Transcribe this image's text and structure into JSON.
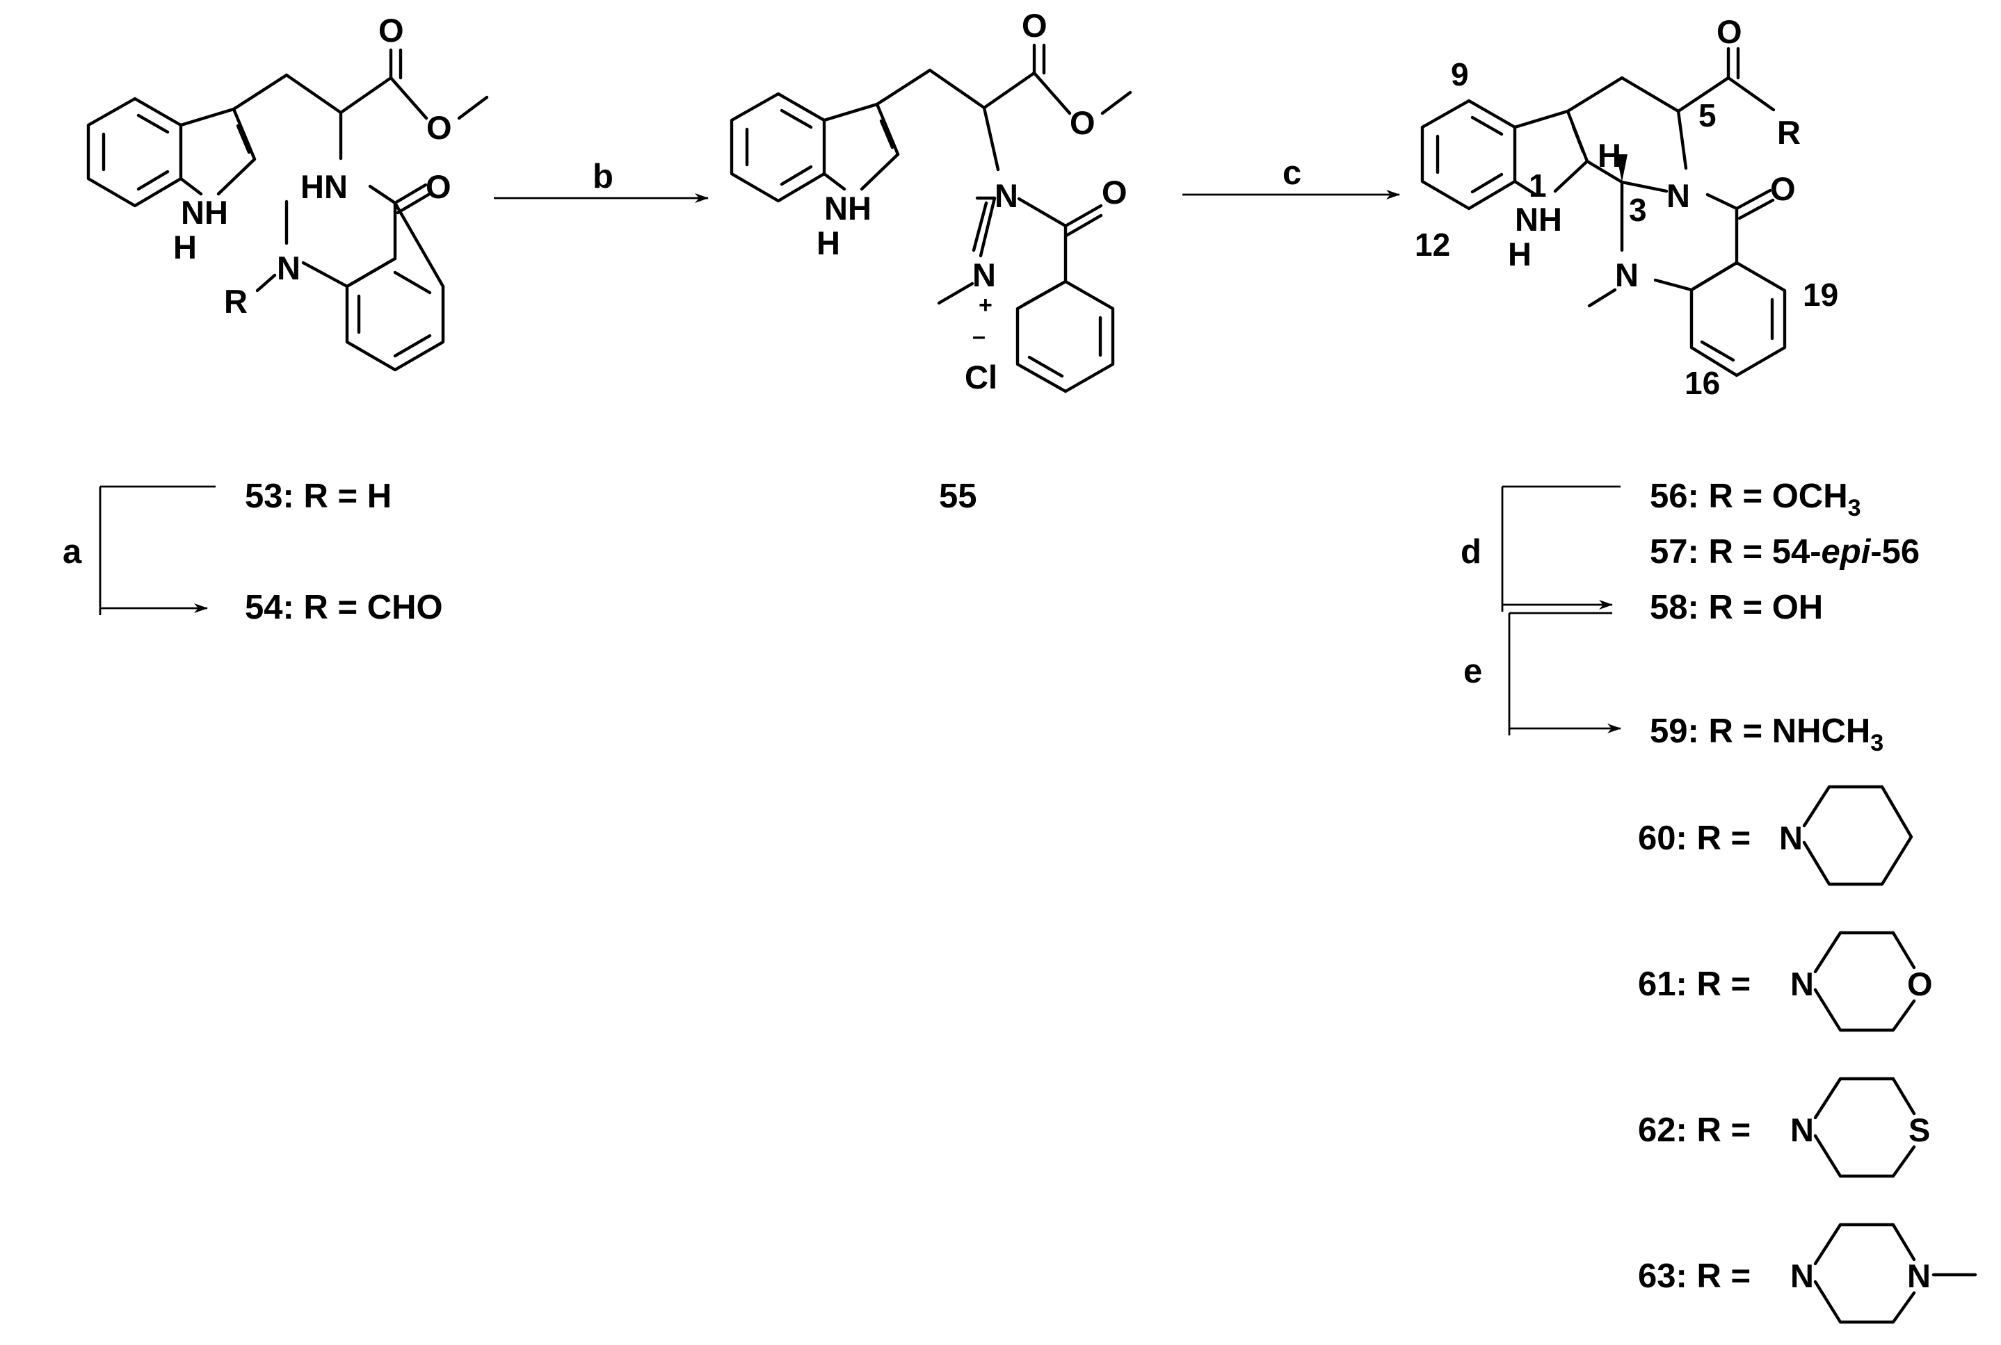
{
  "reagents": {
    "a": "a",
    "b": "b",
    "c": "c",
    "d": "d",
    "e": "e"
  },
  "compounds": {
    "c53": {
      "id": "53",
      "r": "H"
    },
    "c54": {
      "id": "54",
      "r": "CHO"
    },
    "c55": {
      "id": "55"
    },
    "c56": {
      "id": "56",
      "r": "OCH",
      "sub": "3"
    },
    "c57": {
      "id": "57",
      "r_pre": "54-",
      "r_ital": "epi",
      "r_post": "-56"
    },
    "c58": {
      "id": "58",
      "r": "OH"
    },
    "c59": {
      "id": "59",
      "r": "NHCH",
      "sub": "3"
    },
    "c60": {
      "id": "60"
    },
    "c61": {
      "id": "61"
    },
    "c62": {
      "id": "62"
    },
    "c63": {
      "id": "63"
    }
  },
  "text": {
    "r_prefix": ": R = ",
    "r_prefix_short": ": R =",
    "r_symbol": "R"
  },
  "atoms": {
    "N": "N",
    "NH": "NH",
    "H": "H",
    "HN": "HN",
    "O": "O",
    "S": "S",
    "Cl": "Cl",
    "plus": "+",
    "minus": "–"
  },
  "positions": {
    "p1": "1",
    "p3": "3",
    "p5": "5",
    "p9": "9",
    "p12": "12",
    "p16": "16",
    "p19": "19"
  }
}
